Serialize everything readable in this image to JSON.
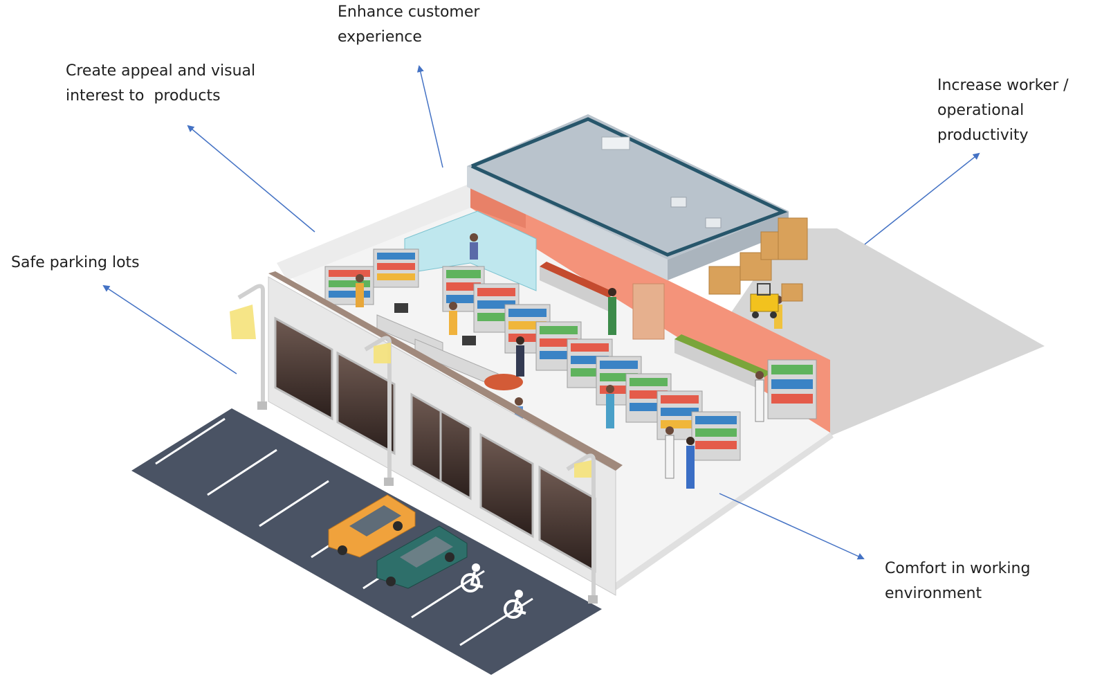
{
  "callouts": {
    "parking": "Safe parking lots",
    "appeal": "Create appeal and visual\ninterest to  products",
    "customer": "Enhance customer\nexperience",
    "worker": "Increase worker /\noperational\nproductivity",
    "comfort": "Comfort in working\nenvironment"
  },
  "colors": {
    "arrow": "#4472c4",
    "asphalt": "#4a5364",
    "floor": "#f4f4f4",
    "back_wall": "#f4937a",
    "roof": "#b9c3cc",
    "facade": "#e8e8e8",
    "warehouse_floor": "#d6d6d6",
    "car_orange": "#f0a23c",
    "car_teal": "#2e6f6a",
    "boxes": "#d9a15a"
  },
  "icons": {
    "accessible": "wheelchair-icon",
    "street_light": "street-lamp-icon",
    "forklift": "forklift-icon"
  }
}
